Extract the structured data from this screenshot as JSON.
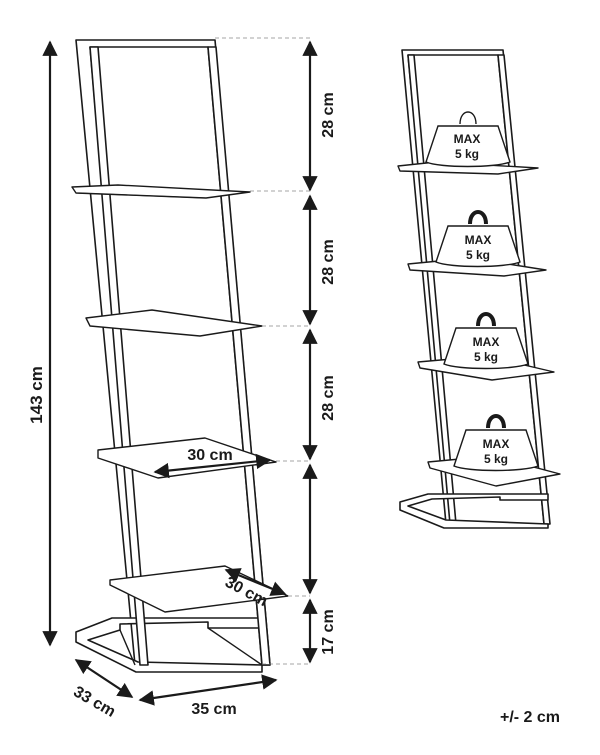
{
  "dimensions": {
    "total_height": "143 cm",
    "shelf_gap_1": "28 cm",
    "shelf_gap_2": "28 cm",
    "shelf_gap_3": "28 cm",
    "bottom_gap": "17 cm",
    "shelf_width": "30 cm",
    "shelf_depth": "30 cm",
    "base_depth": "33 cm",
    "base_width": "35 cm"
  },
  "load_labels": [
    {
      "max": "MAX",
      "weight": "5 kg"
    },
    {
      "max": "MAX",
      "weight": "5 kg"
    },
    {
      "max": "MAX",
      "weight": "5 kg"
    },
    {
      "max": "MAX",
      "weight": "5 kg"
    }
  ],
  "tolerance": "+/- 2 cm"
}
